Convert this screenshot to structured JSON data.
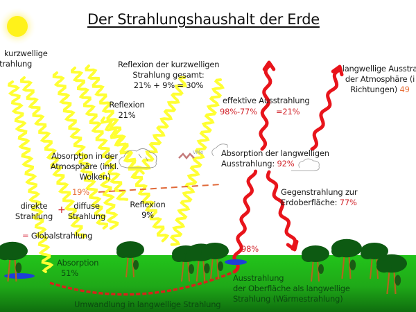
{
  "title": "Der Strahlungshaushalt der Erde",
  "colors": {
    "shortwave": "#ffff33",
    "longwave": "#e8141b",
    "ground": "#22c41a",
    "tree": "#0d5a12",
    "water": "#1d3fd8",
    "percent_red": "#d2232a",
    "percent_orange": "#e8703a"
  },
  "labels": {
    "incoming": [
      "kurzwellige",
      "Strahlung"
    ],
    "reflection_total": [
      "Reflexion der kurzwelligen",
      "Strahlung gesamt:",
      "21% + 9% = 30%"
    ],
    "reflection_clouds": [
      "Reflexion",
      "21%"
    ],
    "reflection_ground": [
      "Reflexion",
      "9%"
    ],
    "atmosphere_absorption": [
      "Absorption in der",
      "Atmosphäre (inkl.",
      "Wolken)"
    ],
    "atmosphere_absorption_value": "19%",
    "direct": [
      "direkte",
      "Strahlung"
    ],
    "plus": "+",
    "diffuse": [
      "diffuse",
      "Strahlung"
    ],
    "global_eq": "=",
    "global": "Globalstrahlung",
    "surface_absorption": [
      "Absorption",
      "51%"
    ],
    "conversion": "Umwandlung in langwellige Strahlung",
    "surface_emission": [
      "Ausstrahlung",
      "der Oberfläche als langwellige",
      "Strahlung (Wärmestrahlung)"
    ],
    "surface_emission_value": "98%",
    "longwave_absorption": [
      "Absorption der langwelligen",
      "Ausstrahlung:"
    ],
    "longwave_absorption_value": "92%",
    "back_radiation": [
      "Gegenstrahlung zur",
      "Erdoberfläche:"
    ],
    "back_radiation_value": "77%",
    "effective": "effektive Ausstrahlung",
    "effective_calc": "98%-77%",
    "effective_result": "=21%",
    "atmo_emission": [
      "langwellige Ausstra",
      "der Atmosphäre (i",
      "Richtungen)"
    ],
    "atmo_emission_value": "49",
    "watermark": "VMe"
  }
}
